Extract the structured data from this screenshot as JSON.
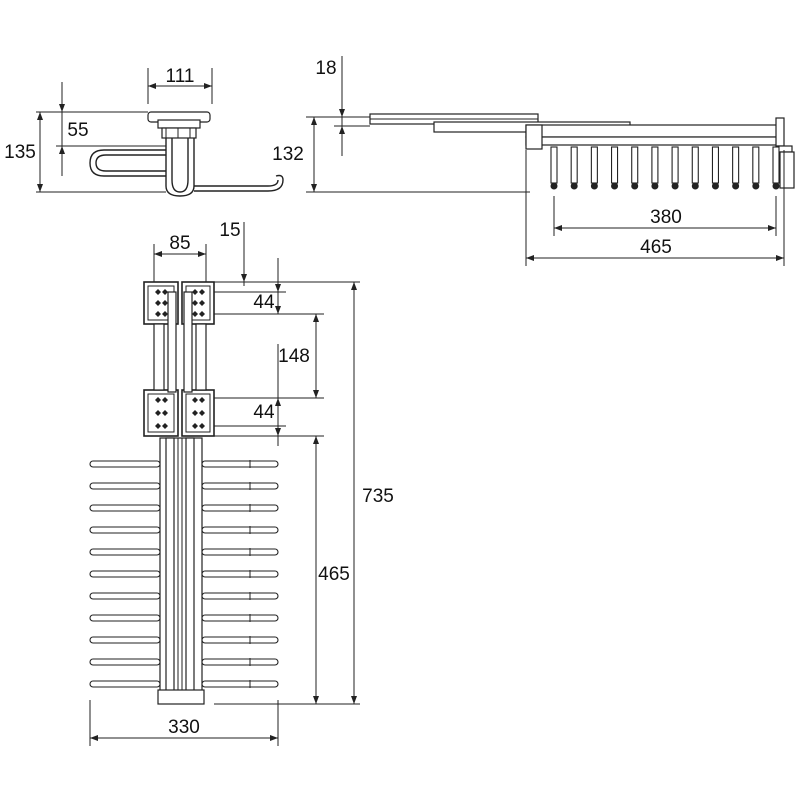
{
  "dimensions": {
    "top_view_width": "111",
    "side_total_height": "135",
    "side_upper_height": "55",
    "rail_height": "18",
    "rail_total_height": "132",
    "hook_span": "380",
    "rail_length": "465",
    "bracket_width": "85",
    "bracket_gap": "15",
    "bracket_height_top": "44",
    "bracket_spacing": "148",
    "bracket_height_bottom": "44",
    "overall_height": "735",
    "hook_section_height": "465",
    "overall_width": "330"
  },
  "hook_count_side_view": 12,
  "hook_count_front_view": 11,
  "colors": {
    "line": "#222222",
    "background": "#ffffff"
  }
}
